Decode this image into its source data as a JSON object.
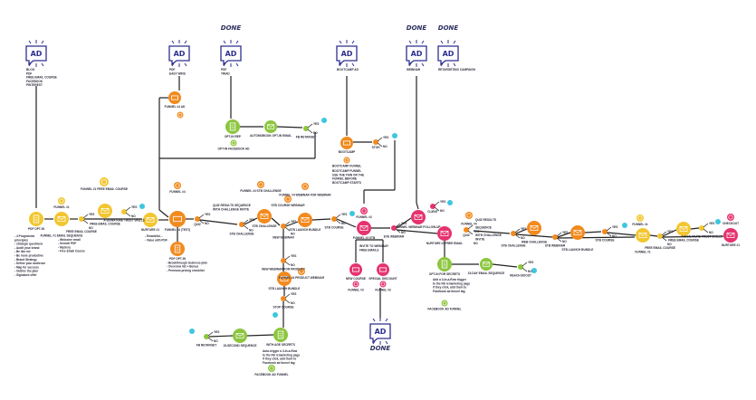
{
  "colors": {
    "yellow": "#f2c630",
    "orange": "#f28a1e",
    "green": "#8cc63e",
    "pink": "#e6336f",
    "cyan": "#3ec6e0",
    "navy": "#2d2f8f",
    "line": "#222222"
  },
  "ads": [
    {
      "id": "ad1",
      "label": "BLOG / PDF / FREE EMAIL COURSE / FACEBOOK / PINTEREST",
      "done": ""
    },
    {
      "id": "ad2",
      "label": "PDF / EASY WINS",
      "done": ""
    },
    {
      "id": "ad3",
      "label": "PDF / TRIAD",
      "done": "DONE"
    },
    {
      "id": "ad4",
      "label": "BOOTCAMP AD",
      "done": ""
    },
    {
      "id": "ad5",
      "label": "WEBINAR",
      "done": "DONE"
    },
    {
      "id": "ad6",
      "label": "RETARGETING CAMPAIGN",
      "done": "DONE"
    },
    {
      "id": "ad7",
      "label": "",
      "done": "DONE"
    }
  ],
  "ad_text": "AD",
  "nodes": [
    {
      "id": "n1",
      "kind": "doc",
      "color": "yellow",
      "label": "PDF OPT-IN"
    },
    {
      "id": "f1",
      "kind": "funnel",
      "color": "yellow",
      "label": "FUNNEL #1"
    },
    {
      "id": "n2",
      "kind": "mail",
      "color": "yellow",
      "label": "FUNNEL #1 EMAIL SEQUENCE"
    },
    {
      "id": "d1",
      "kind": "dot",
      "color": "yellow",
      "label": "FREE EMAIL COURSE"
    },
    {
      "id": "f2",
      "kind": "funnel",
      "color": "yellow",
      "label": "FUNNEL #1 FREE EMAIL COURSE"
    },
    {
      "id": "n3",
      "kind": "mail",
      "color": "yellow",
      "label": "FREE EMAIL COURSE"
    },
    {
      "id": "d2",
      "kind": "dot",
      "color": "yellow",
      "label": "A SIGNATURE TRUST SKILLS"
    },
    {
      "id": "c1",
      "kind": "dot",
      "color": "cyan",
      "label": ""
    },
    {
      "id": "n4",
      "kind": "mail",
      "color": "yellow",
      "label": "NURTURE #1"
    },
    {
      "id": "n7",
      "kind": "box",
      "color": "orange",
      "label": "FUNNEL #4 AD"
    },
    {
      "id": "f3",
      "kind": "funnel",
      "color": "orange",
      "label": ""
    },
    {
      "id": "f4",
      "kind": "funnel",
      "color": "orange",
      "label": "FUNNEL #4"
    },
    {
      "id": "n5",
      "kind": "box",
      "color": "orange",
      "label": "FUNNEL #4 (TEST)"
    },
    {
      "id": "n6",
      "kind": "doc",
      "color": "orange",
      "label": "PDF OPT-IN"
    },
    {
      "id": "d3",
      "kind": "dot",
      "color": "orange",
      "label": "QUIZ"
    },
    {
      "id": "d4",
      "kind": "dot",
      "color": "orange",
      "label": "STB CHALLENGE"
    },
    {
      "id": "g1",
      "kind": "doc",
      "color": "green",
      "label": "OPT-IN REP"
    },
    {
      "id": "g2",
      "kind": "funnel",
      "color": "green",
      "label": "OPT-IN FACEBOOK AD"
    },
    {
      "id": "g3",
      "kind": "mail",
      "color": "green",
      "label": "AUTOMOBOOK OPT-IN EMAIL"
    },
    {
      "id": "g4",
      "kind": "dot",
      "color": "green",
      "label": "FB RETARGET"
    },
    {
      "id": "c2",
      "kind": "dot",
      "color": "cyan",
      "label": ""
    },
    {
      "id": "b1",
      "kind": "box",
      "color": "orange",
      "label": "BOOTCAMP"
    },
    {
      "id": "f5",
      "kind": "funnel",
      "color": "orange",
      "label": "BOOTCAMP FUNNEL"
    },
    {
      "id": "d5",
      "kind": "dot",
      "color": "orange",
      "label": "STOH"
    },
    {
      "id": "c3",
      "kind": "dot",
      "color": "cyan",
      "label": ""
    },
    {
      "id": "f6",
      "kind": "funnel",
      "color": "orange",
      "label": "FUNNEL #4 STB CHALLENGE"
    },
    {
      "id": "o1",
      "kind": "mail",
      "color": "orange",
      "label": "STB CHALLENGE"
    },
    {
      "id": "f7",
      "kind": "funnel",
      "color": "orange",
      "label": "STB COURSE WEBINAR"
    },
    {
      "id": "d6",
      "kind": "dot",
      "color": "orange",
      "label": "NEW WEBINAR"
    },
    {
      "id": "f8",
      "kind": "funnel",
      "color": "orange",
      "label": "FUNNEL #4 WEBINAR FOR WEBINAR"
    },
    {
      "id": "o2",
      "kind": "mail",
      "color": "orange",
      "label": "STB LAUNCH BUNDLE"
    },
    {
      "id": "d7",
      "kind": "dot",
      "color": "orange",
      "label": "STB COURSE"
    },
    {
      "id": "c4",
      "kind": "dot",
      "color": "cyan",
      "label": ""
    },
    {
      "id": "f9",
      "kind": "funnel",
      "color": "pink",
      "label": "FUNNEL #3"
    },
    {
      "id": "p1",
      "kind": "mail",
      "color": "pink",
      "label": "FUNNEL #3 STB"
    },
    {
      "id": "d8",
      "kind": "dot",
      "color": "pink",
      "label": "EVE WEBINAR"
    },
    {
      "id": "p2",
      "kind": "mail",
      "color": "pink",
      "label": "FUNNEL WEBINAR FOLLOW-UP"
    },
    {
      "id": "d9",
      "kind": "dot",
      "color": "pink",
      "label": "CLIENT"
    },
    {
      "id": "c5",
      "kind": "dot",
      "color": "cyan",
      "label": ""
    },
    {
      "id": "p3",
      "kind": "mail",
      "color": "pink",
      "label": "NURTURE #3 FREE EMAIL"
    },
    {
      "id": "p4",
      "kind": "box",
      "color": "pink",
      "label": "NEW COURSE"
    },
    {
      "id": "p5",
      "kind": "box",
      "color": "pink",
      "label": "SPECIAL DISCOUNT"
    },
    {
      "id": "f10",
      "kind": "funnel",
      "color": "pink",
      "label": "FUNNEL #3"
    },
    {
      "id": "f11",
      "kind": "funnel",
      "color": "pink",
      "label": "FUNNEL #3"
    },
    {
      "id": "g5",
      "kind": "doc",
      "color": "green",
      "label": "OPT-IN FOR SECRETS"
    },
    {
      "id": "g6",
      "kind": "mail",
      "color": "green",
      "label": "15-DAY EMAIL SEQUENCE"
    },
    {
      "id": "g7",
      "kind": "dot",
      "color": "green",
      "label": "REACH BOOST"
    },
    {
      "id": "c6",
      "kind": "dot",
      "color": "cyan",
      "label": ""
    },
    {
      "id": "g8",
      "kind": "funnel",
      "color": "green",
      "label": "FACEBOOK AD FUNNEL"
    },
    {
      "id": "f12",
      "kind": "funnel",
      "color": "orange",
      "label": "FUNNEL #4"
    },
    {
      "id": "d10",
      "kind": "dot",
      "color": "orange",
      "label": "QUIZ"
    },
    {
      "id": "d11",
      "kind": "dot",
      "color": "orange",
      "label": "STB CHALLENGE"
    },
    {
      "id": "o3",
      "kind": "mail",
      "color": "orange",
      "label": "WEB CHALLENGE"
    },
    {
      "id": "d12",
      "kind": "dot",
      "color": "orange",
      "label": "STB WEBINAR"
    },
    {
      "id": "o4",
      "kind": "mail",
      "color": "orange",
      "label": "STB LAUNCH BUNDLE"
    },
    {
      "id": "d13",
      "kind": "dot",
      "color": "orange",
      "label": "STB COURSE"
    },
    {
      "id": "c7",
      "kind": "dot",
      "color": "cyan",
      "label": ""
    },
    {
      "id": "f13",
      "kind": "funnel",
      "color": "yellow",
      "label": "FUNNEL #1"
    },
    {
      "id": "y1",
      "kind": "mail",
      "color": "yellow",
      "label": "FUNNEL #1"
    },
    {
      "id": "d14",
      "kind": "dot",
      "color": "yellow",
      "label": "FREE EMAIL COURSE"
    },
    {
      "id": "y2",
      "kind": "mail",
      "color": "yellow",
      "label": "FREE EMAIL COURSE"
    },
    {
      "id": "d15",
      "kind": "dot",
      "color": "yellow",
      "label": "A SIGNATURE TRUST SKILLS"
    },
    {
      "id": "c8",
      "kind": "dot",
      "color": "cyan",
      "label": ""
    },
    {
      "id": "f14",
      "kind": "funnel",
      "color": "pink",
      "label": "CHECKOUT"
    },
    {
      "id": "p6",
      "kind": "mail",
      "color": "pink",
      "label": "NURTURE #1"
    },
    {
      "id": "d16",
      "kind": "dot",
      "color": "orange",
      "label": "NEW WEBINAR FOR PRODUCT"
    },
    {
      "id": "o5",
      "kind": "mail",
      "color": "orange",
      "label": "STB LAUNCH BUNDLE"
    },
    {
      "id": "f15",
      "kind": "funnel",
      "color": "orange",
      "label": "FUNNEL #4 PRODUCT WEBINAR"
    },
    {
      "id": "d17",
      "kind": "dot",
      "color": "orange",
      "label": "STOP COURSE"
    },
    {
      "id": "c9",
      "kind": "dot",
      "color": "cyan",
      "label": ""
    },
    {
      "id": "g9",
      "kind": "doc",
      "color": "green",
      "label": "WITH AGE SECRETS"
    },
    {
      "id": "g10",
      "kind": "mail",
      "color": "green",
      "label": "15-SECOND SEQUENCE"
    },
    {
      "id": "g11",
      "kind": "dot",
      "color": "green",
      "label": "FB RETARGET"
    },
    {
      "id": "c10",
      "kind": "dot",
      "color": "cyan",
      "label": ""
    },
    {
      "id": "g12",
      "kind": "funnel",
      "color": "green",
      "label": "FACEBOOK AD FUNNEL"
    }
  ],
  "branch_labels": {
    "yes": "YES",
    "no": "NO"
  },
  "notes": [
    {
      "id": "t1",
      "lines": [
        "- 4 Programme",
        "  principles",
        "- strategic questions",
        "- Audit your brand",
        "- Be like me",
        "- Be more productive",
        "- Brand Strategy",
        "- Define your audience",
        "- Map for success",
        "- Outline the plan",
        "- Signature offer"
      ]
    },
    {
      "id": "t2",
      "lines": [
        "- Welcome email",
        "- Serwell PDF",
        "- Mystery",
        "- Free Email Course"
      ]
    },
    {
      "id": "t3",
      "lines": [
        "- Emails/ful...",
        "- Value with PDF"
      ]
    },
    {
      "id": "t4",
      "lines": [
        "- Breakthrough business plan",
        "- Overview list + Bonus",
        "- Premium pricing checklist"
      ]
    },
    {
      "id": "t5",
      "lines": [
        "QUIZ RESULTS SEQUENCE",
        "WITH CHALLENGE INVITE"
      ]
    },
    {
      "id": "t6",
      "lines": [
        "BOOTCAMP FUNNEL",
        "USE THE THIN OR THE",
        "FUNNEL BEFORE",
        "BOOTCAMP STARTS"
      ]
    },
    {
      "id": "t7",
      "lines": [
        "INVITE TO WEBINAR",
        "FREE EMAILS"
      ]
    },
    {
      "id": "t8",
      "lines": [
        "Add a 3-In-a-Row trigger",
        "to the FB remarketing page",
        "if they click, add them to",
        "Facebook ad funnel tag"
      ]
    },
    {
      "id": "t9",
      "lines": [
        "QUIZ RESULTS",
        "SEQUENCE",
        "WITH CHALLENGE",
        "INVITE"
      ]
    },
    {
      "id": "t10",
      "lines": [
        "Auto-trigger a 3-In-a-Row",
        "to the FB remarketing page",
        "if they click, add them to",
        "Facebook ad funnel tag"
      ]
    }
  ]
}
